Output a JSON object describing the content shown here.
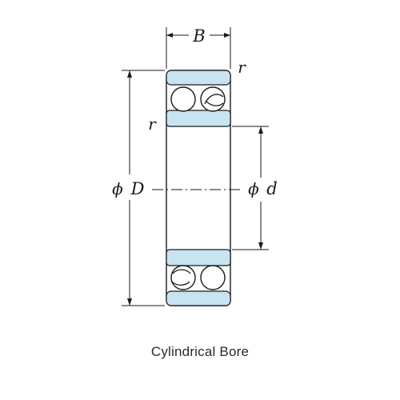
{
  "diagram": {
    "labels": {
      "width": "B",
      "outer_diameter": "D",
      "bore_diameter": "d",
      "chamfer_outer": "r",
      "chamfer_inner": "r",
      "phi": "ϕ"
    },
    "caption": "Cylindrical Bore",
    "colors": {
      "ring_fill": "#c9e4f1",
      "line": "#1a1a1a",
      "background": "#ffffff"
    }
  }
}
